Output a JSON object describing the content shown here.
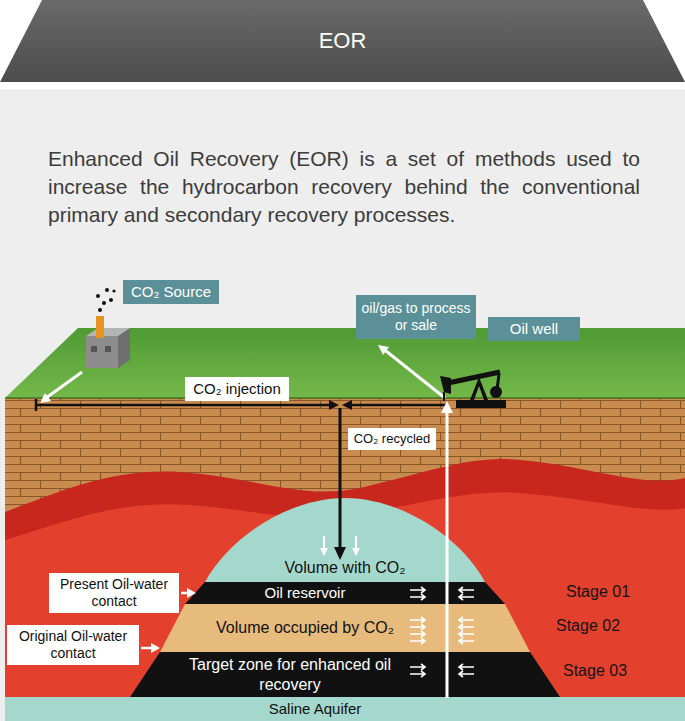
{
  "diagram": {
    "title": "EOR",
    "nodes": [
      {
        "text": [
          "CO₂ Source"
        ]
      },
      {
        "text": [
          "oil/gas to process or sale"
        ]
      },
      {
        "text": [
          "Oil well"
        ]
      },
      {
        "text": [
          "CO₂ injection"
        ]
      },
      {
        "text": [
          "CO₂ recycled"
        ]
      },
      {
        "text": [
          "Volume with CO₂"
        ]
      },
      {
        "text": [
          "Present Oil-water contact"
        ]
      },
      {
        "text": [
          "Oil reservoir"
        ]
      },
      {
        "text": [
          "Original Oil-water contact"
        ]
      },
      {
        "text": [
          "Volume occupied by CO₂"
        ]
      },
      {
        "text": [
          "Target zone for enhanced oil recovery"
        ]
      },
      {
        "text": [
          "Saline Aquifer"
        ]
      }
    ],
    "labels": [
      "Enhanced Oil Recovery (EOR) is a set of methods used to increase the hydrocarbon recovery behind the conventional primary and secondary recovery processes.",
      "Stage 01",
      "Stage 02",
      "Stage 03"
    ]
  }
}
